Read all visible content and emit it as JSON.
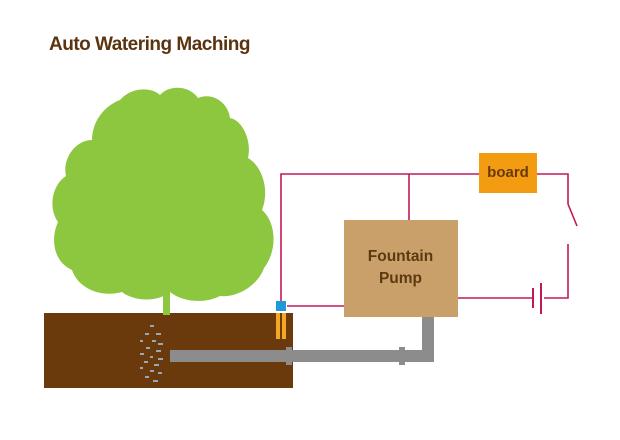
{
  "title": "Auto Watering Maching",
  "components": {
    "pump": {
      "label_line1": "Fountain",
      "label_line2": "Pump",
      "color": "#c9a06a"
    },
    "board": {
      "label": "board",
      "color": "#f39c12"
    },
    "sensor": {
      "color": "#1e9ad6"
    },
    "probe": {
      "color": "#f5a623"
    },
    "soil": {
      "color": "#6b3a0c"
    },
    "pipe": {
      "color": "#8c8c8c"
    },
    "tree": {
      "color": "#8dc63f"
    },
    "wire": {
      "color": "#c2185b"
    }
  }
}
